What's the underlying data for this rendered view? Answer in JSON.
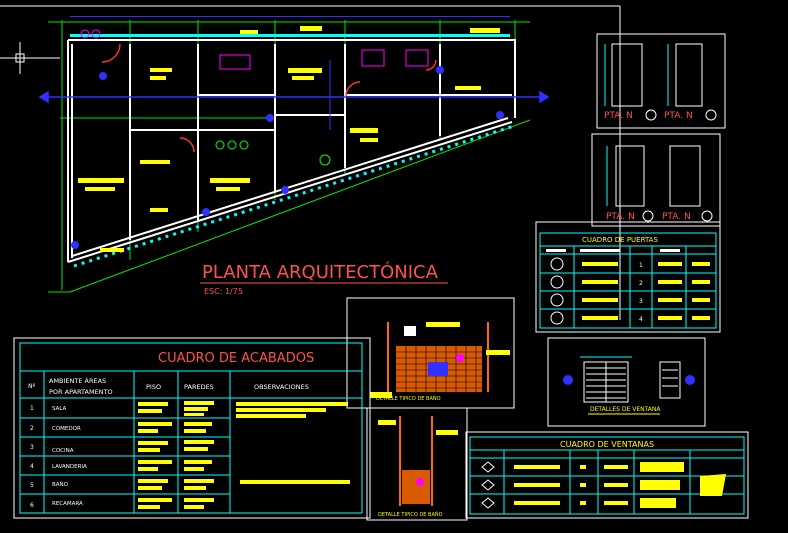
{
  "plan": {
    "title": "PLANTA ARQUITECTÓNICA",
    "scale": "ESC: 1/75"
  },
  "finishes_table": {
    "title": "CUADRO DE ACABADOS",
    "headers": [
      "Nº",
      "AMBIENTE ÁREAS POR APARTAMENTO",
      "PISO",
      "PAREDES",
      "OBSERVACIONES"
    ],
    "header_ambiente_line1": "AMBIENTE ÁREAS",
    "header_ambiente_line2": "POR APARTAMENTO",
    "rows": [
      {
        "num": "1",
        "room": "SALA"
      },
      {
        "num": "2",
        "room": "COMEDOR"
      },
      {
        "num": "3",
        "room": "COCINA"
      },
      {
        "num": "4",
        "room": "LAVANDERIA"
      },
      {
        "num": "5",
        "room": "BAÑO"
      },
      {
        "num": "6",
        "room": "RECAMARA"
      }
    ]
  },
  "doors_table": {
    "title": "CUADRO DE PUERTAS",
    "marks": [
      "1",
      "2",
      "3",
      "4"
    ]
  },
  "windows_table": {
    "title": "CUADRO DE VENTANAS"
  },
  "door_details": {
    "top": {
      "label_a": "PTA. N",
      "label_b": "PTA. N"
    },
    "bottom": {
      "label_a": "PTA. N",
      "label_b": "PTA. N"
    }
  },
  "window_details": {
    "caption": "DETALLES DE VENTANA"
  },
  "bath_detail": {
    "caption_top": "DETALLE TIPICO DE BAÑO",
    "caption_bottom": "DETALLE TIPICO DE BAÑO"
  },
  "colors": {
    "background": "#000000",
    "frame": "#ffffff",
    "wall": "#ffffff",
    "dimension": "#00ffff",
    "dim_blue": "#3030ff",
    "text": "#ff5050",
    "label": "#ffff00",
    "grid": "#00ff00",
    "hatch": "#ff6a00",
    "fixture": "#ff00ff"
  }
}
